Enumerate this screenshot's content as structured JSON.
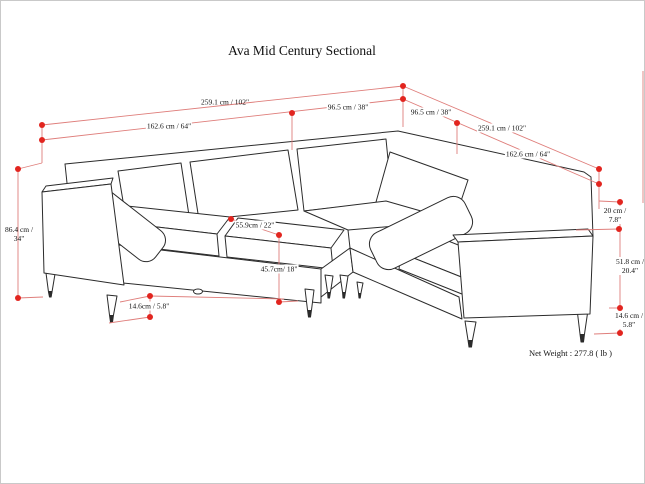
{
  "title": "Ava Mid Century Sectional",
  "footer": {
    "net_weight": "Net Weight : 277.8 ( lb )"
  },
  "colors": {
    "background": "#ffffff",
    "sofa_line": "#2b2b2b",
    "dim_line": "#df7e7b",
    "dim_dot": "#e2251f",
    "label_text": "#111111"
  },
  "dimension_labels": {
    "overall_top_left": "259.1 cm / 102\"",
    "section_top_left": "162.6 cm / 64\"",
    "corner_top_left": "96.5 cm / 38\"",
    "corner_top_right": "96.5 cm / 38\"",
    "overall_top_right": "259.1 cm / 102\"",
    "section_top_right": "162.6 cm / 64\"",
    "overall_height": {
      "line1": "86.4 cm /",
      "line2": "34\""
    },
    "seat_depth": "55.9cm / 22\"",
    "seat_height": "45.7cm/ 18\"",
    "leg_height_left": "14.6cm / 5.8\"",
    "back_rise": {
      "line1": "20 cm /",
      "line2": "7.8\""
    },
    "arm_height": {
      "line1": "51.8 cm /",
      "line2": "20.4\""
    },
    "leg_height_right": {
      "line1": "14.6 cm /",
      "line2": "5.8\""
    }
  }
}
